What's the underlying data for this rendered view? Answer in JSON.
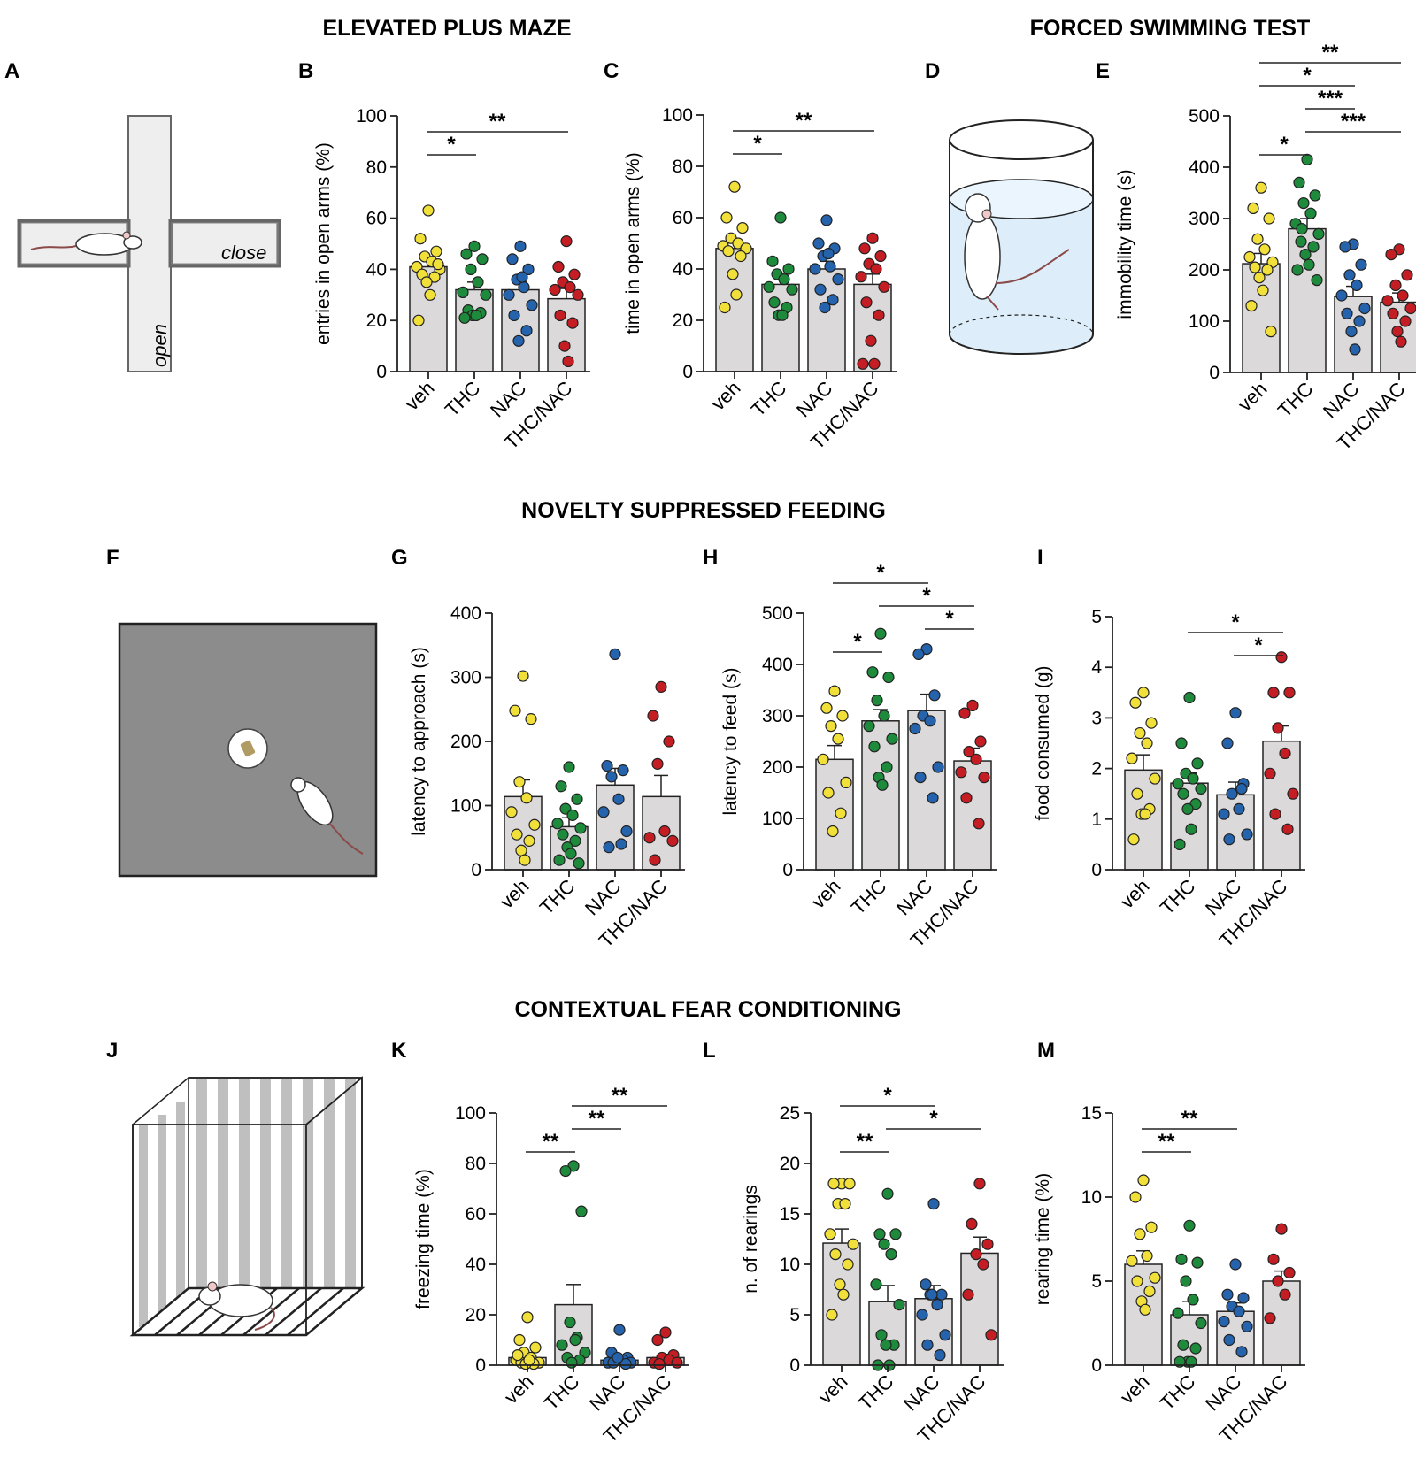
{
  "sections": [
    "ELEVATED PLUS MAZE",
    "FORCED SWIMMING TEST",
    "NOVELTY SUPPRESSED FEEDING",
    "CONTEXTUAL FEAR CONDITIONING"
  ],
  "illustrations": [
    {
      "label": "A",
      "texts": [
        "close",
        "open"
      ]
    },
    {
      "label": "D",
      "texts": []
    },
    {
      "label": "F",
      "texts": []
    },
    {
      "label": "J",
      "texts": []
    }
  ],
  "colors": {
    "veh": "#f2e03a",
    "THC": "#1e8a3c",
    "NAC": "#2563ad",
    "THC/NAC": "#c41e24",
    "bar": "#dcd9db",
    "pool": "#ddeefa",
    "arena": "#8c8c8c"
  },
  "chart_data": [
    {
      "panel": "B",
      "type": "bar",
      "categories": [
        "veh",
        "THC",
        "NAC",
        "THC/NAC"
      ],
      "ylabel": "entries in open arms (%)",
      "ylim": [
        0,
        100
      ],
      "yticks": [
        0,
        20,
        40,
        60,
        80,
        100
      ],
      "means": [
        41,
        32,
        32,
        28.5
      ],
      "sem": [
        3,
        3,
        3,
        4
      ],
      "points": [
        [
          63,
          52,
          47,
          45,
          43,
          41,
          40,
          38,
          37,
          35,
          30,
          20,
          42
        ],
        [
          49,
          46,
          44,
          40,
          35,
          31,
          30,
          24,
          23,
          22,
          22,
          21
        ],
        [
          49,
          44,
          40,
          36,
          33,
          30,
          26,
          22,
          16,
          12,
          37
        ],
        [
          51,
          41,
          38,
          35,
          33,
          32,
          30,
          22,
          19,
          10,
          4
        ]
      ],
      "significance": [
        {
          "from": 0,
          "to": 1,
          "label": "*"
        },
        {
          "from": 0,
          "to": 3,
          "label": "**"
        }
      ]
    },
    {
      "panel": "C",
      "type": "bar",
      "categories": [
        "veh",
        "THC",
        "NAC",
        "THC/NAC"
      ],
      "ylabel": "time in open arms (%)",
      "ylim": [
        0,
        100
      ],
      "yticks": [
        0,
        20,
        40,
        60,
        80,
        100
      ],
      "means": [
        48,
        34,
        40,
        34
      ],
      "sem": [
        3,
        3,
        3,
        4
      ],
      "points": [
        [
          72,
          60,
          56,
          52,
          50,
          49,
          48,
          47,
          45,
          38,
          30,
          25
        ],
        [
          60,
          43,
          40,
          38,
          36,
          33,
          32,
          27,
          25,
          22,
          22
        ],
        [
          59,
          50,
          48,
          45,
          41,
          40,
          36,
          32,
          28,
          25,
          46
        ],
        [
          52,
          48,
          45,
          42,
          40,
          37,
          33,
          27,
          22,
          12,
          3,
          3
        ]
      ],
      "significance": [
        {
          "from": 0,
          "to": 1,
          "label": "*"
        },
        {
          "from": 0,
          "to": 3,
          "label": "**"
        }
      ]
    },
    {
      "panel": "E",
      "type": "bar",
      "categories": [
        "veh",
        "THC",
        "NAC",
        "THC/NAC"
      ],
      "ylabel": "immobility time (s)",
      "ylim": [
        0,
        500
      ],
      "yticks": [
        0,
        100,
        200,
        300,
        400,
        500
      ],
      "means": [
        212,
        280,
        148,
        137
      ],
      "sem": [
        20,
        20,
        20,
        18
      ],
      "points": [
        [
          360,
          320,
          300,
          260,
          240,
          225,
          215,
          205,
          200,
          185,
          160,
          130,
          80
        ],
        [
          415,
          370,
          345,
          330,
          310,
          290,
          270,
          255,
          245,
          230,
          210,
          200,
          180,
          280
        ],
        [
          250,
          245,
          210,
          190,
          170,
          150,
          125,
          115,
          100,
          80,
          45
        ],
        [
          240,
          230,
          190,
          170,
          150,
          140,
          125,
          115,
          100,
          80,
          60
        ]
      ],
      "significance": [
        {
          "from": 0,
          "to": 1,
          "label": "*"
        },
        {
          "from": 1,
          "to": 3,
          "label": "***"
        },
        {
          "from": 1,
          "to": 2,
          "label": "***"
        },
        {
          "from": 0,
          "to": 2,
          "label": "*"
        },
        {
          "from": 0,
          "to": 3,
          "label": "**"
        }
      ]
    },
    {
      "panel": "G",
      "type": "bar",
      "categories": [
        "veh",
        "THC",
        "NAC",
        "THC/NAC"
      ],
      "ylabel": "latency to approach (s)",
      "ylim": [
        0,
        400
      ],
      "yticks": [
        0,
        100,
        200,
        300,
        400
      ],
      "means": [
        114,
        67,
        132,
        114
      ],
      "sem": [
        26,
        14,
        26,
        33
      ],
      "points": [
        [
          302,
          248,
          235,
          137,
          112,
          90,
          70,
          55,
          45,
          30,
          15
        ],
        [
          160,
          130,
          110,
          95,
          85,
          72,
          65,
          55,
          45,
          35,
          25,
          15,
          10
        ],
        [
          336,
          162,
          155,
          145,
          110,
          90,
          60,
          35,
          40
        ],
        [
          285,
          240,
          200,
          165,
          60,
          50,
          45,
          15
        ]
      ],
      "significance": []
    },
    {
      "panel": "H",
      "type": "bar",
      "categories": [
        "veh",
        "THC",
        "NAC",
        "THC/NAC"
      ],
      "ylabel": "latency to feed (s)",
      "ylim": [
        0,
        500
      ],
      "yticks": [
        0,
        100,
        200,
        300,
        400,
        500
      ],
      "means": [
        215,
        290,
        310,
        212
      ],
      "sem": [
        27,
        22,
        32,
        25
      ],
      "points": [
        [
          348,
          315,
          300,
          280,
          255,
          215,
          170,
          150,
          110,
          75
        ],
        [
          460,
          385,
          375,
          330,
          300,
          280,
          255,
          240,
          200,
          180,
          165
        ],
        [
          430,
          420,
          340,
          300,
          290,
          275,
          200,
          180,
          140
        ],
        [
          320,
          305,
          250,
          230,
          215,
          190,
          180,
          140,
          90
        ]
      ],
      "significance": [
        {
          "from": 0,
          "to": 1,
          "label": "*"
        },
        {
          "from": 2,
          "to": 3,
          "label": "*"
        },
        {
          "from": 1,
          "to": 3,
          "label": "*"
        },
        {
          "from": 0,
          "to": 2,
          "label": "*"
        }
      ]
    },
    {
      "panel": "I",
      "type": "bar",
      "categories": [
        "veh",
        "THC",
        "NAC",
        "THC/NAC"
      ],
      "ylabel": "food consumed (g)",
      "ylim": [
        0,
        5
      ],
      "yticks": [
        0,
        1,
        2,
        3,
        4,
        5
      ],
      "means": [
        1.97,
        1.71,
        1.48,
        2.54
      ],
      "sem": [
        0.3,
        0.2,
        0.25,
        0.3
      ],
      "points": [
        [
          3.5,
          3.3,
          2.9,
          2.7,
          2.5,
          2.2,
          1.8,
          1.5,
          1.2,
          1.1,
          1.1,
          0.6
        ],
        [
          3.4,
          2.5,
          2.1,
          1.9,
          1.8,
          1.7,
          1.6,
          1.5,
          1.3,
          1.2,
          0.8,
          0.5
        ],
        [
          3.1,
          2.5,
          1.7,
          1.5,
          1.2,
          1.1,
          0.7,
          0.6,
          1.6
        ],
        [
          4.2,
          3.5,
          3.5,
          2.8,
          2.3,
          1.9,
          1.5,
          1.1,
          0.8
        ]
      ],
      "significance": [
        {
          "from": 2,
          "to": 3,
          "label": "*"
        },
        {
          "from": 1,
          "to": 3,
          "label": "*"
        }
      ]
    },
    {
      "panel": "K",
      "type": "bar",
      "categories": [
        "veh",
        "THC",
        "NAC",
        "THC/NAC"
      ],
      "ylabel": "freezing time (%)",
      "ylim": [
        0,
        100
      ],
      "yticks": [
        0,
        20,
        40,
        60,
        80,
        100
      ],
      "means": [
        3,
        24,
        2,
        3
      ],
      "sem": [
        1.5,
        8,
        1.2,
        1.3
      ],
      "points": [
        [
          19,
          10,
          7,
          5,
          3,
          2,
          1,
          1,
          0.5,
          0.5,
          2,
          4
        ],
        [
          79,
          77,
          61,
          17,
          11,
          8,
          5,
          3,
          2,
          1,
          10
        ],
        [
          14,
          5,
          3,
          2,
          2,
          1,
          1,
          1,
          0.5,
          3
        ],
        [
          13,
          10,
          4,
          3,
          2,
          1,
          1,
          0.5
        ]
      ],
      "significance": [
        {
          "from": 0,
          "to": 1,
          "label": "**"
        },
        {
          "from": 1,
          "to": 2,
          "label": "**"
        },
        {
          "from": 1,
          "to": 3,
          "label": "**"
        }
      ]
    },
    {
      "panel": "L",
      "type": "bar",
      "categories": [
        "veh",
        "THC",
        "NAC",
        "THC/NAC"
      ],
      "ylabel": "n. of rearings",
      "ylim": [
        0,
        25
      ],
      "yticks": [
        0,
        5,
        10,
        15,
        20,
        25
      ],
      "means": [
        12.1,
        6.3,
        6.6,
        11.1
      ],
      "sem": [
        1.4,
        1.6,
        1.3,
        1.6
      ],
      "points": [
        [
          18,
          18,
          18,
          16,
          16,
          13,
          12,
          11,
          10,
          8,
          7,
          5
        ],
        [
          17,
          13,
          13,
          12,
          11,
          8,
          6,
          3,
          2,
          2,
          0,
          0
        ],
        [
          16,
          8,
          7,
          7,
          6,
          5,
          3,
          2,
          1,
          7
        ],
        [
          18,
          14,
          12,
          11,
          10,
          7,
          3
        ]
      ],
      "significance": [
        {
          "from": 0,
          "to": 1,
          "label": "**"
        },
        {
          "from": 1,
          "to": 3,
          "label": "*"
        },
        {
          "from": 0,
          "to": 2,
          "label": "*"
        }
      ]
    },
    {
      "panel": "M",
      "type": "bar",
      "categories": [
        "veh",
        "THC",
        "NAC",
        "THC/NAC"
      ],
      "ylabel": "rearing time (%)",
      "ylim": [
        0,
        15
      ],
      "yticks": [
        0,
        5,
        10,
        15
      ],
      "means": [
        6,
        3,
        3.2,
        5
      ],
      "sem": [
        0.8,
        0.8,
        0.5,
        0.6
      ],
      "points": [
        [
          11,
          10,
          8.2,
          7.8,
          6.5,
          6.2,
          5.2,
          5,
          4.4,
          3.8,
          3.3
        ],
        [
          8.3,
          6.3,
          6.1,
          5,
          3.9,
          3.1,
          2.5,
          1.2,
          1,
          0.2,
          0.2,
          0.2
        ],
        [
          6,
          4.2,
          4,
          3.5,
          3.2,
          2.6,
          2.3,
          1.5,
          0.8
        ],
        [
          8.1,
          6.3,
          5.5,
          5,
          4.2,
          2.8
        ]
      ],
      "significance": [
        {
          "from": 0,
          "to": 1,
          "label": "**"
        },
        {
          "from": 0,
          "to": 2,
          "label": "**"
        }
      ]
    }
  ]
}
